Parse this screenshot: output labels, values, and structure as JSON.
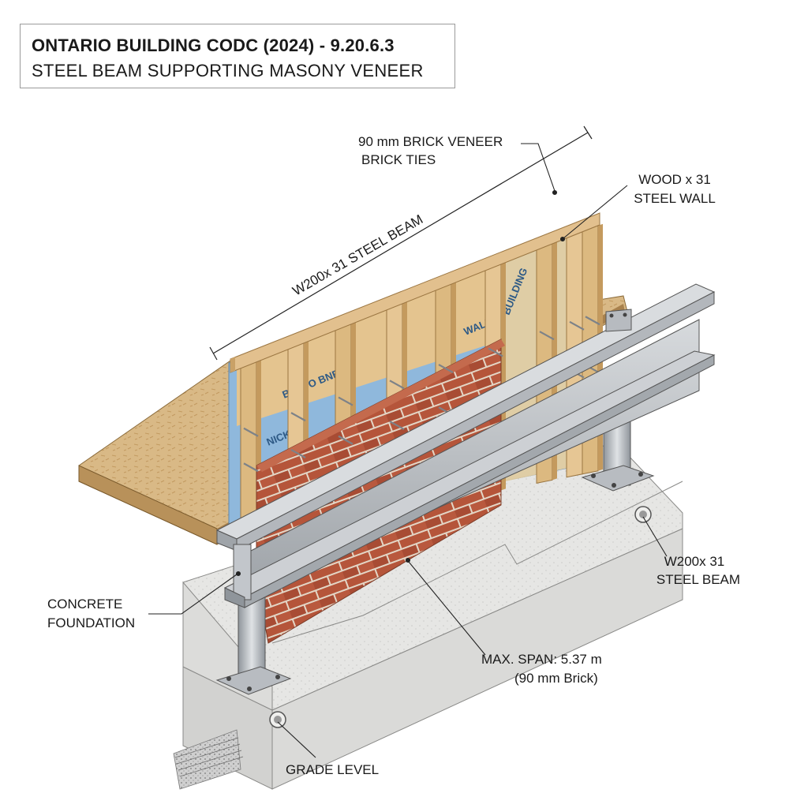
{
  "title": {
    "line1": "ONTARIO BUILDING CODC (2024) - 9.20.6.3",
    "line2": "STEEL BEAM SUPPORTING MASONY VENEER"
  },
  "labels": {
    "brick_veneer": "90 mm BRICK VENEER",
    "brick_ties": "BRICK TIES",
    "wood_line1": "WOOD x 31",
    "wood_line2": "STEEL WALL",
    "dimension_beam": "W200x 31 STEEL BEAM",
    "beam_line1": "W200x 31",
    "beam_line2": "STEEL BEAM",
    "concrete_line1": "CONCRETE",
    "concrete_line2": "FOUNDATION",
    "span_line1": "MAX. SPAN: 5.37 m",
    "span_line2": "(90 mm Brick)",
    "grade": "GRADE LEVEL"
  },
  "wrap_text": [
    "BUILDING",
    "BRICK TIES",
    "BUIIDO BNE",
    "NICK TIB",
    "WALL"
  ],
  "colors": {
    "brick": "#b5553a",
    "mortar": "#e3d6c6",
    "wood": "#e2c08e",
    "osb": "#d4b07c",
    "wrap": "#8fb8dc",
    "steel": "#c2c6cb",
    "concrete": "#e4e4e2"
  }
}
